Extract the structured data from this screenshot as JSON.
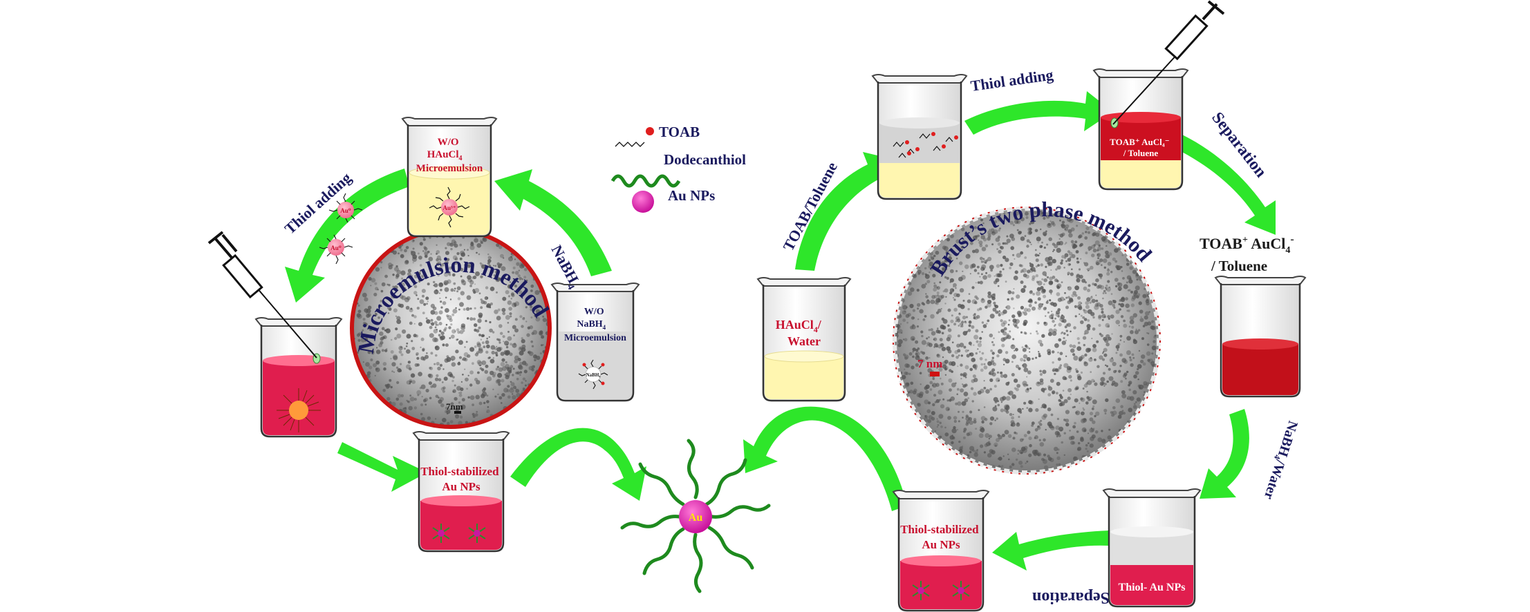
{
  "colors": {
    "arrow": "#2ee62a",
    "navy_text": "#1a1a5e",
    "red_text": "#c8102e",
    "pink_liquid": "#e01e4e",
    "red_liquid": "#c2101a",
    "yellow_liquid": "#fff6b0",
    "tem_border": "#c81414",
    "au_particle": "#e01aa8",
    "ligand": "#1e8a1e"
  },
  "legend": {
    "toab": "TOAB",
    "dodecanthiol": "Dodecanthiol",
    "au_nps": "Au NPs"
  },
  "microemulsion": {
    "title": "Microemulsion method",
    "scale_bar": "7nm",
    "beaker_wo_haucl4": [
      "W/O",
      "HAuCl",
      "Microemulsion"
    ],
    "beaker_wo_haucl4_sub": "4",
    "beaker_wo_nabh4": [
      "W/O",
      "NaBH",
      "Microemulsion"
    ],
    "beaker_wo_nabh4_sub": "4",
    "thiol_stabilized": [
      "Thiol-stabilized",
      "Au NPs"
    ],
    "step_nabh4": "NaBH",
    "step_nabh4_sub": "4",
    "step_thiol": "Thiol adding",
    "au3_label": "Au³⁺",
    "au0_label": "Au⁰",
    "nabh4_inner": "NaBH₄"
  },
  "brust": {
    "title": "Brust’s two phase method",
    "scale_bar": "7 nm",
    "beaker_haucl4": [
      "HAuCl",
      "Water"
    ],
    "beaker_haucl4_sub": "4",
    "step_toab": "TOAB/Toluene",
    "step_thiol": "Thiol adding",
    "beaker_toab_inner": [
      "TOAB⁺ AuCl₄⁻",
      "/ Toluene"
    ],
    "step_separation_1": "Separation",
    "toab_label_main": "TOAB",
    "toab_label_sup": "+",
    "toab_label_rest": " AuCl",
    "toab_label_sub": "4",
    "toab_label_sup2": "-",
    "toab_label_line2": "/ Toluene",
    "step_nabh4_water": "NaBH₄/Water",
    "beaker_thiol_au": "Thiol- Au NPs",
    "step_separation_2": "Separation",
    "thiol_stabilized": [
      "Thiol-stabilized",
      "Au NPs"
    ]
  },
  "center": {
    "au": "Au"
  }
}
